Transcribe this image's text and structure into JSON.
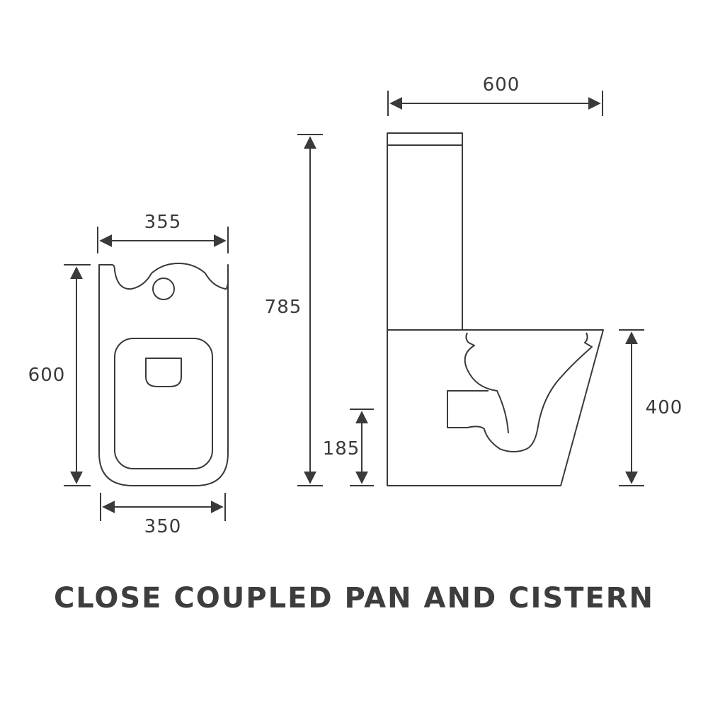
{
  "diagram": {
    "title": "CLOSE COUPLED PAN AND CISTERN",
    "dimensions": {
      "top_view_top_width": "355",
      "top_view_depth": "600",
      "top_view_bottom_width": "350",
      "side_view_length": "600",
      "side_view_total_height": "785",
      "side_view_outlet_height": "185",
      "side_view_pan_height": "400"
    },
    "colors": {
      "line": "#3a3a3a",
      "text": "#3a3a3a",
      "background": "#ffffff"
    }
  }
}
